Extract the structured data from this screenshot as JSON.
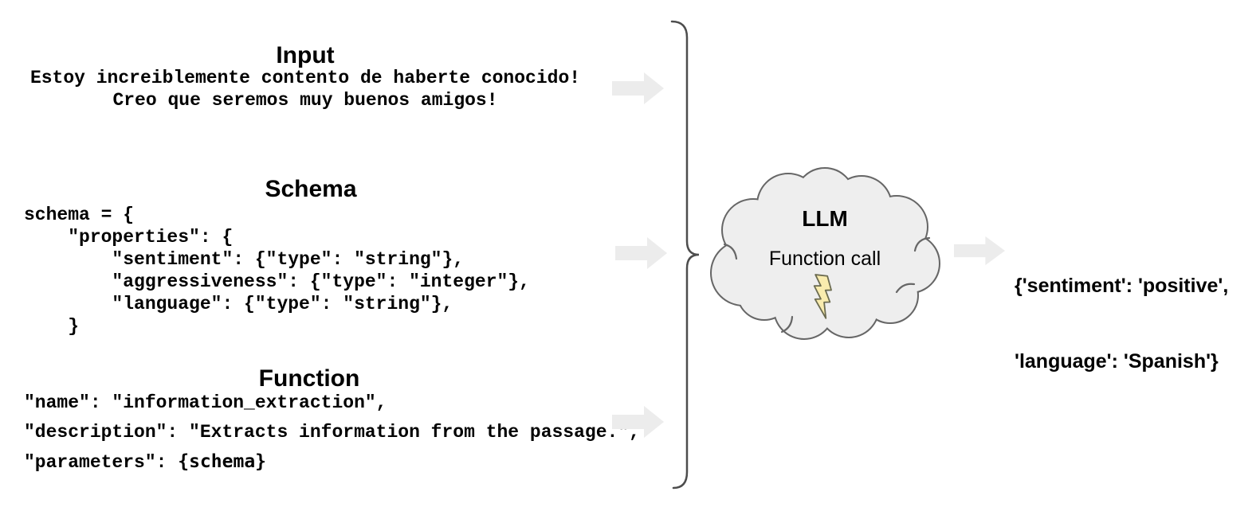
{
  "input_section": {
    "title": "Input",
    "lines": [
      "Estoy increiblemente contento de haberte conocido!",
      "Creo que seremos muy buenos amigos!"
    ]
  },
  "schema_section": {
    "title": "Schema",
    "lines": [
      "schema = {",
      "    \"properties\": {",
      "        \"sentiment\": {\"type\": \"string\"},",
      "        \"aggressiveness\": {\"type\": \"integer\"},",
      "        \"language\": {\"type\": \"string\"},",
      "    }"
    ]
  },
  "function_section": {
    "title": "Function",
    "lines": [
      "\"name\": \"information_extraction\",",
      "\"description\": \"Extracts information from the passage.\","
    ],
    "parameters_prefix": "\"parameters\": ",
    "parameters_var": "{schema}"
  },
  "llm_cloud": {
    "title": "LLM",
    "subtitle": "Function call",
    "icon": "lightning-bolt-icon"
  },
  "output": {
    "lines": [
      "{'sentiment': 'positive',",
      "'language': 'Spanish'}"
    ]
  },
  "icons": {
    "input_arrows": "arrow-right-icon",
    "output_arrow": "arrow-right-icon",
    "grouping": "curly-brace"
  },
  "colors": {
    "arrow_fill": "#ececec",
    "cloud_fill": "#eeeeee",
    "cloud_stroke": "#666666",
    "bolt_fill": "#f9ecae",
    "bolt_stroke": "#6b6b50",
    "brace_color": "#4d4d4d",
    "text_color": "#000000"
  }
}
